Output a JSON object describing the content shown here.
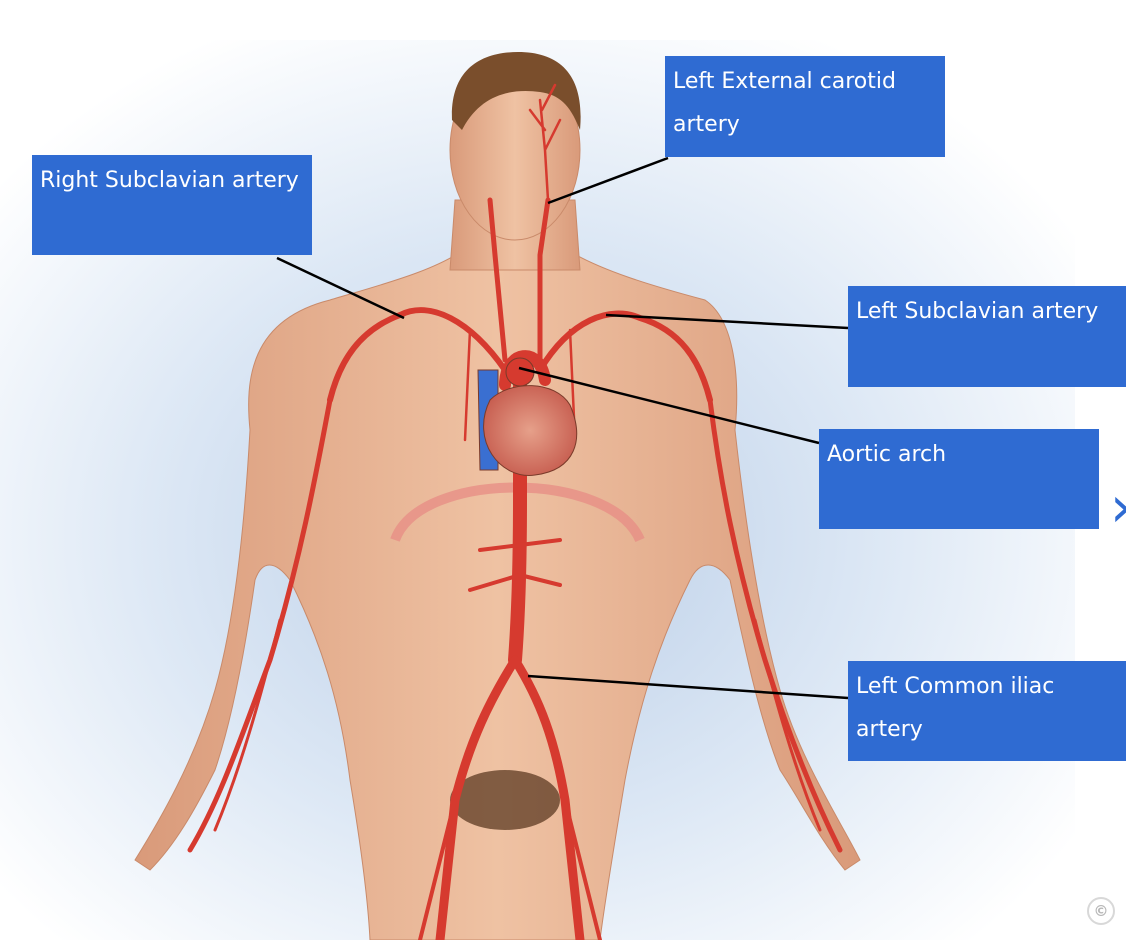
{
  "labels": {
    "left_external_carotid": "Left External carotid artery",
    "right_subclavian": "Right Subclavian artery",
    "left_subclavian": "Left Subclavian artery",
    "aortic_arch": "Aortic arch",
    "left_common_iliac": "Left Common iliac artery"
  },
  "colors": {
    "label_fill": "#2f6bd2",
    "label_text": "#ffffff",
    "artery": "#d63a2f",
    "vein": "#3a6fd1",
    "skin": "#e9b595",
    "leader_line": "#000000"
  },
  "icons": {
    "nav": "chevron-right-icon",
    "copyright": "copyright-icon"
  },
  "copyright_symbol": "©",
  "nav_symbol": "›"
}
